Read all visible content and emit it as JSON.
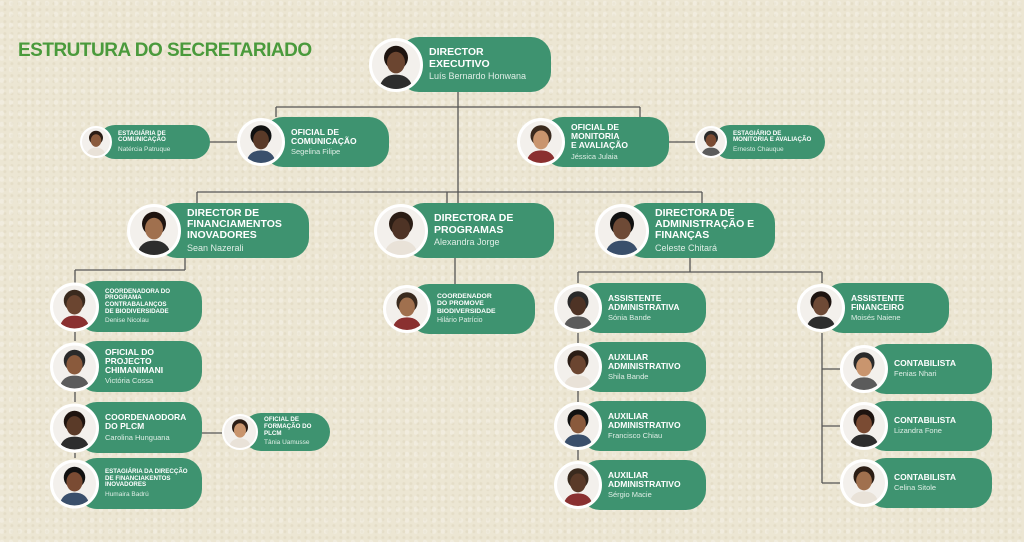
{
  "title": "ESTRUTURA DO SECRETARIADO",
  "colors": {
    "title": "#4a9a3c",
    "box": "#3e9370",
    "line": "#555555",
    "background": "#ece6d3"
  },
  "nodes": {
    "director_executivo": {
      "role": "DIRECTOR\nEXECUTIVO",
      "name": "Luís Bernardo Honwana"
    },
    "oficial_comunicacao": {
      "role": "OFICIAL DE\nCOMUNICAÇÃO",
      "name": "Segelina Filipe"
    },
    "estagiaria_comunicacao": {
      "role": "ESTAGIÁRIA DE\nCOMUNICAÇÃO",
      "name": "Natércia Patruque"
    },
    "oficial_monitoria": {
      "role": "OFICIAL DE\nMONITORIA\nE AVALIAÇÃO",
      "name": "Jéssica Julaia"
    },
    "estagiario_monitoria": {
      "role": "ESTAGIÁRIO DE\nMONITORIA E AVALIAÇÃO",
      "name": "Ernesto Chauque"
    },
    "director_financiamentos": {
      "role": "DIRECTOR DE\nFINANCIAMENTOS\nINOVADORES",
      "name": "Sean Nazerali"
    },
    "directora_programas": {
      "role": "DIRECTORA DE\nPROGRAMAS",
      "name": "Alexandra Jorge"
    },
    "directora_administracao": {
      "role": "DIRECTORA DE\nADMINISTRAÇÃO E\nFINANÇAS",
      "name": "Celeste Chitará"
    },
    "coordenadora_contrabalancos": {
      "role": "COORDENADORA DO\nPROGRAMA\nCONTRABALANÇOS\nDE BIODIVERSIDADE",
      "name": "Denise Nicolau"
    },
    "oficial_chimanimani": {
      "role": "OFICIAL DO PROJECTO\nCHIMANIMANI",
      "name": "Victória Cossa"
    },
    "coordenadora_plcm": {
      "role": "COORDENAODORA\nDO PLCM",
      "name": "Carolina Hunguana"
    },
    "oficial_formacao_plcm": {
      "role": "OFICIAL DE\nFORMAÇÃO DO\nPLCM",
      "name": "Tânia Uamusse"
    },
    "estagiaria_financiamentos": {
      "role": "ESTAGIÁRIA DA DIRECÇÃO\nDE FINANCIAKENTOS\nINOVADORES",
      "name": "Humaira Badrú"
    },
    "coordenador_promove": {
      "role": "COORDENADOR\nDO PROMOVE\nBIODIVERSIDADE",
      "name": "Hilário Patrício"
    },
    "assistente_administrativa": {
      "role": "ASSISTENTE\nADMINISTRATIVA",
      "name": "Sónia Bande"
    },
    "assistente_financeiro": {
      "role": "ASSISTENTE\nFINANCEIRO",
      "name": "Moisés Naiene"
    },
    "auxiliar_1": {
      "role": "AUXILIAR\nADMINISTRATIVO",
      "name": "Shila Bande"
    },
    "auxiliar_2": {
      "role": "AUXILIAR\nADMINISTRATIVO",
      "name": "Francisco Chiau"
    },
    "auxiliar_3": {
      "role": "AUXILIAR\nADMINISTRATIVO",
      "name": "Sérgio Macie"
    },
    "contabilista_1": {
      "role": "CONTABILISTA",
      "name": "Fenias Nhari"
    },
    "contabilista_2": {
      "role": "CONTABILISTA",
      "name": "Lizandra Fone"
    },
    "contabilista_3": {
      "role": "CONTABILISTA",
      "name": "Celina Sitole"
    }
  }
}
